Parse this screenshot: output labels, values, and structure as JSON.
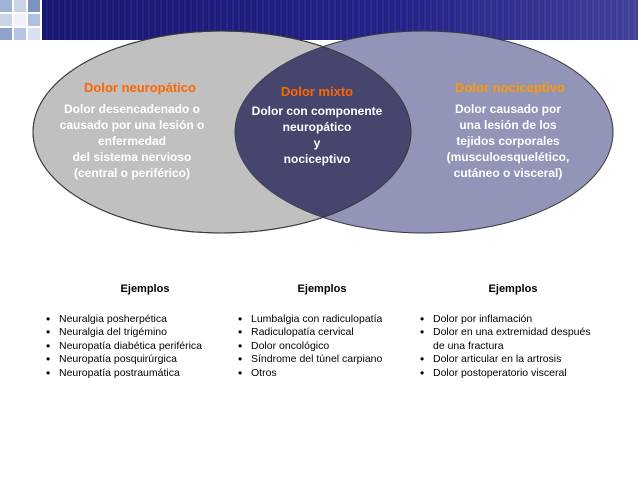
{
  "colors": {
    "left_circle": "#c0c0c0",
    "right_circle": "#9295b8",
    "overlap": "#45456e",
    "neuro_title": "#ff6600",
    "mixto_title": "#ff6600",
    "noci_title": "#ff9900",
    "desc_light": "#ffffff",
    "desc_dark": "#ffffff"
  },
  "neuropatico": {
    "title": "Dolor neuropático",
    "desc": [
      "Dolor desencadenado o",
      "causado por una lesión o",
      "enfermedad",
      "del sistema nervioso",
      "(central o periférico)"
    ]
  },
  "mixto": {
    "title": "Dolor mixto",
    "desc": [
      "Dolor con componente",
      "neuropático",
      "y",
      "nociceptivo"
    ]
  },
  "nociceptivo": {
    "title": "Dolor nociceptivo",
    "desc": [
      "Dolor causado por",
      "una lesión de los",
      "tejidos corporales",
      "(musculoesquelético,",
      "cutáneo o visceral)"
    ]
  },
  "examples": {
    "neuropatico": {
      "heading": "Ejemplos",
      "items": [
        "Neuralgia posherpética",
        "Neuralgia del trigémino",
        "Neuropatía diabética periférica",
        "Neuropatía posquirúrgica",
        "Neuropatía postraumática"
      ]
    },
    "mixto": {
      "heading": "Ejemplos",
      "items": [
        "Lumbalgia con radiculopatía",
        "Radiculopatía cervical",
        "Dolor oncológico",
        "Síndrome del túnel carpiano",
        "Otros"
      ]
    },
    "nociceptivo": {
      "heading": "Ejemplos",
      "items": [
        "Dolor por inflamación",
        "Dolor en una extremidad después de una fractura",
        "Dolor articular en la artrosis",
        "Dolor postoperatorio visceral"
      ]
    }
  }
}
